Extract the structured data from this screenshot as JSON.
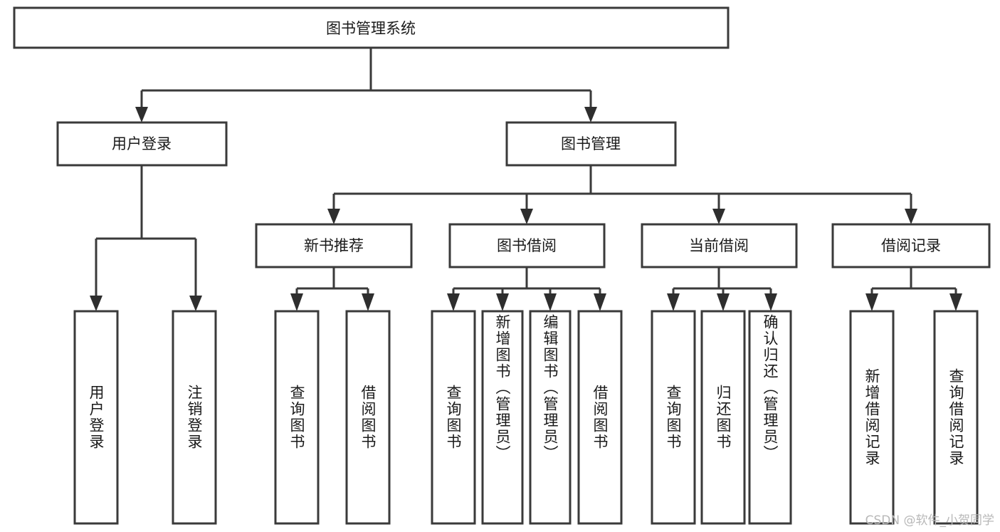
{
  "diagram": {
    "title": "图书管理系统",
    "type": "tree-hierarchy",
    "watermark": "CSDN @软件_小贺同学",
    "colors": {
      "box_stroke": "#3a3a3a",
      "box_fill": "#ffffff",
      "text": "#1a1a1a",
      "arrow": "#2e2e2e",
      "watermark": "#b8b8b8",
      "background": "#ffffff"
    },
    "nodes": {
      "root": {
        "label": "图书管理系统",
        "orientation": "horizontal"
      },
      "level2": [
        {
          "id": "user-login",
          "label": "用户登录",
          "orientation": "horizontal"
        },
        {
          "id": "book-management",
          "label": "图书管理",
          "orientation": "horizontal"
        }
      ],
      "level3": [
        {
          "id": "new-book-recommend",
          "label": "新书推荐",
          "orientation": "horizontal"
        },
        {
          "id": "book-borrow",
          "label": "图书借阅",
          "orientation": "horizontal"
        },
        {
          "id": "current-borrow",
          "label": "当前借阅",
          "orientation": "horizontal"
        },
        {
          "id": "borrow-record",
          "label": "借阅记录",
          "orientation": "horizontal"
        }
      ],
      "leaves": [
        {
          "id": "leaf-user-login",
          "label": "用户登录",
          "parent": "user-login",
          "orientation": "vertical"
        },
        {
          "id": "leaf-user-logout",
          "label": "注销登录",
          "parent": "user-login",
          "orientation": "vertical"
        },
        {
          "id": "leaf-query-book-1",
          "label": "查询图书",
          "parent": "new-book-recommend",
          "orientation": "vertical"
        },
        {
          "id": "leaf-borrow-book-1",
          "label": "借阅图书",
          "parent": "new-book-recommend",
          "orientation": "vertical"
        },
        {
          "id": "leaf-query-book-2",
          "label": "查询图书",
          "parent": "book-borrow",
          "orientation": "vertical"
        },
        {
          "id": "leaf-add-book",
          "label": "新增图书（管理员）",
          "parent": "book-borrow",
          "orientation": "vertical"
        },
        {
          "id": "leaf-edit-book",
          "label": "编辑图书（管理员）",
          "parent": "book-borrow",
          "orientation": "vertical"
        },
        {
          "id": "leaf-borrow-book-2",
          "label": "借阅图书",
          "parent": "book-borrow",
          "orientation": "vertical"
        },
        {
          "id": "leaf-query-book-3",
          "label": "查询图书",
          "parent": "current-borrow",
          "orientation": "vertical"
        },
        {
          "id": "leaf-return-book",
          "label": "归还图书",
          "parent": "current-borrow",
          "orientation": "vertical"
        },
        {
          "id": "leaf-confirm-return",
          "label": "确认归还（管理员）",
          "parent": "current-borrow",
          "orientation": "vertical"
        },
        {
          "id": "leaf-add-record",
          "label": "新增借阅记录",
          "parent": "borrow-record",
          "orientation": "vertical"
        },
        {
          "id": "leaf-query-record",
          "label": "查询借阅记录",
          "parent": "borrow-record",
          "orientation": "vertical"
        }
      ]
    }
  }
}
